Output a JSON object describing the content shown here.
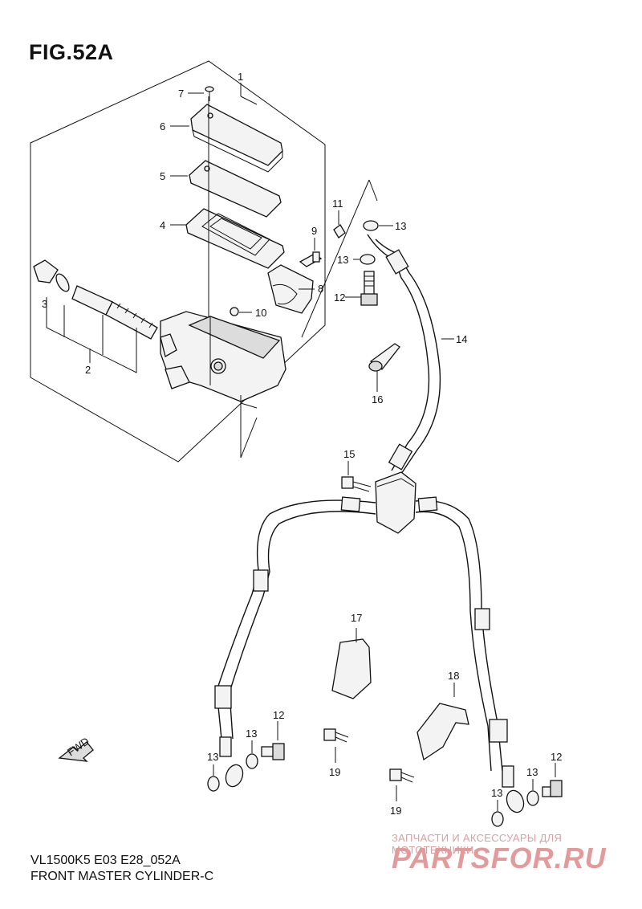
{
  "figure": {
    "title": "FIG.52A"
  },
  "footer": {
    "code": "VL1500K5 E03 E28_052A",
    "name": "FRONT MASTER CYLINDER-C"
  },
  "watermark": {
    "line1": "ЗАПЧАСТИ И АКСЕССУАРЫ ДЛЯ МОТОТЕХНИКИ",
    "logo": "PARTSFOR.RU"
  },
  "fwd_arrow": {
    "label": "FWD"
  },
  "callouts": {
    "c1": "1",
    "c2": "2",
    "c3": "3",
    "c4": "4",
    "c5": "5",
    "c6": "6",
    "c7": "7",
    "c8": "8",
    "c9": "9",
    "c10": "10",
    "c11": "11",
    "c12a": "12",
    "c12b": "12",
    "c12c": "12",
    "c13a": "13",
    "c13b": "13",
    "c13c": "13",
    "c13d": "13",
    "c13e": "13",
    "c13f": "13",
    "c14": "14",
    "c15": "15",
    "c16": "16",
    "c17": "17",
    "c18": "18",
    "c19a": "19",
    "c19b": "19"
  }
}
